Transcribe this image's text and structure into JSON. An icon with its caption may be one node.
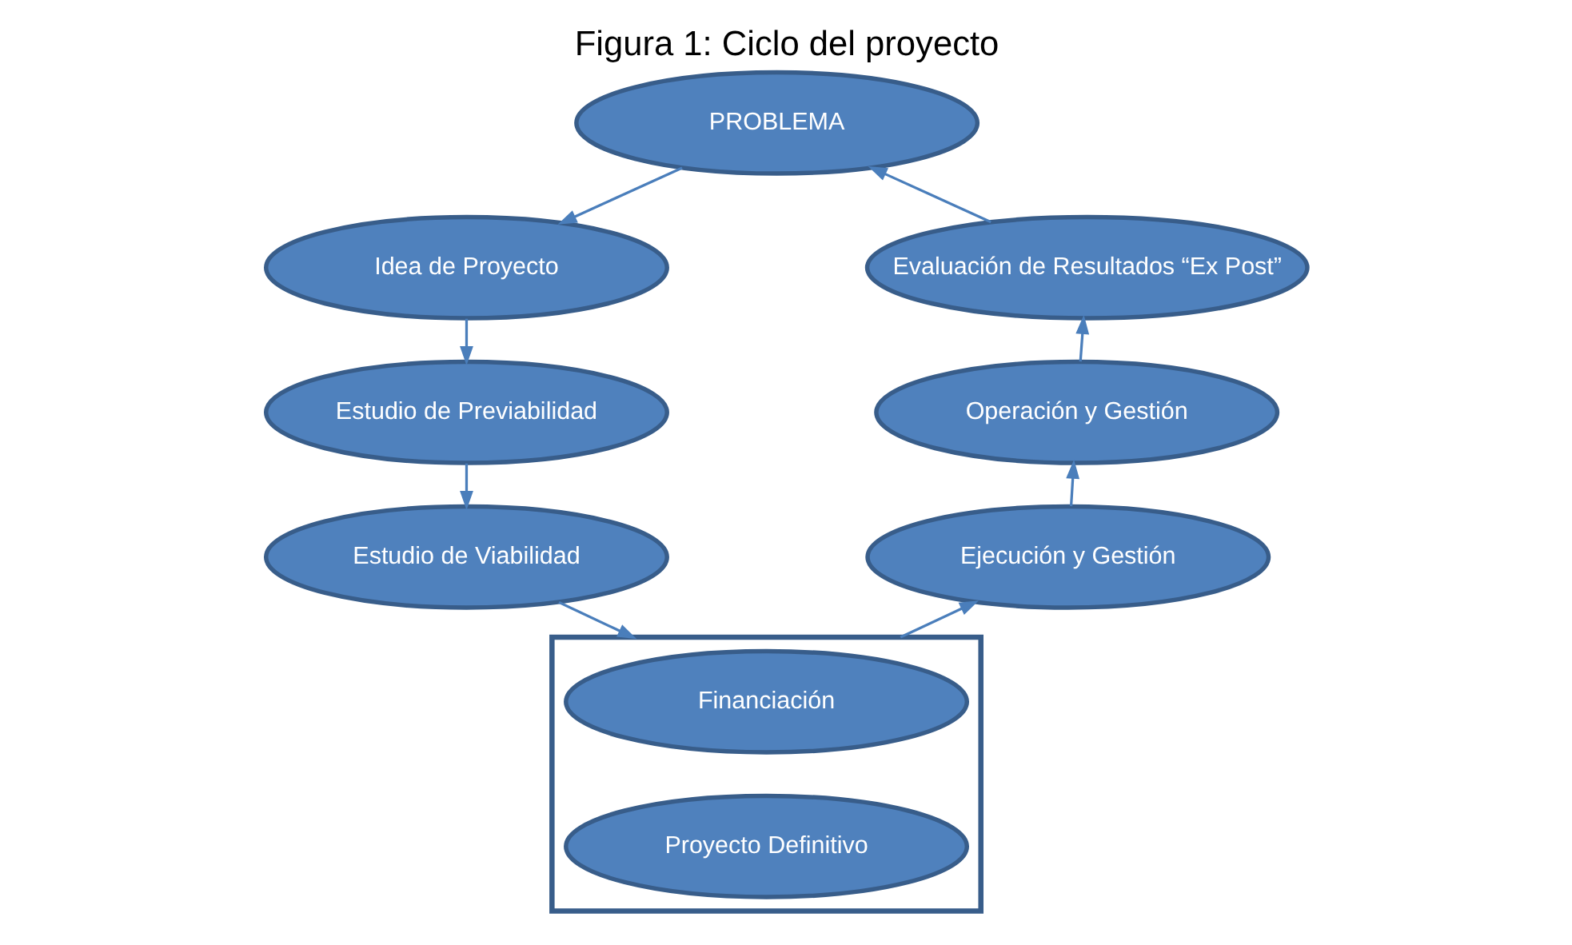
{
  "diagram": {
    "title": "Figura 1: Ciclo del proyecto",
    "nodes": [
      {
        "text": [
          "PROBLEMA"
        ]
      },
      {
        "text": [
          "Idea de Proyecto"
        ]
      },
      {
        "text": [
          "Estudio de Previabilidad"
        ]
      },
      {
        "text": [
          "Estudio de Viabilidad"
        ]
      },
      {
        "text": [],
        "shape": "box"
      },
      {
        "text": [
          "Financiación"
        ],
        "in": 4
      },
      {
        "text": [
          "Proyecto Definitivo"
        ],
        "in": 4
      },
      {
        "text": [
          "Evaluación de Resultados “Ex Post”"
        ]
      },
      {
        "text": [
          "Operación y Gestión"
        ]
      },
      {
        "text": [
          "Ejecución y Gestión"
        ]
      }
    ],
    "edges": [
      {
        "from": 0,
        "to": 1,
        "arrow": "to"
      },
      {
        "from": 1,
        "to": 2,
        "arrow": "to"
      },
      {
        "from": 2,
        "to": 3,
        "arrow": "to"
      },
      {
        "from": 3,
        "to": 4,
        "arrow": "to"
      },
      {
        "from": 4,
        "to": 9,
        "arrow": "to"
      },
      {
        "from": 9,
        "to": 8,
        "arrow": "to"
      },
      {
        "from": 8,
        "to": 7,
        "arrow": "to"
      },
      {
        "from": 7,
        "to": 0,
        "arrow": "to"
      }
    ]
  }
}
